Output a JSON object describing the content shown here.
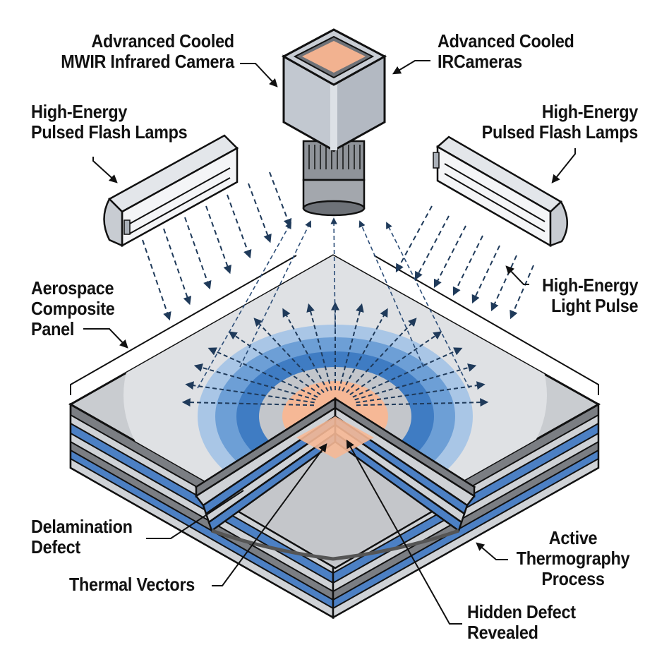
{
  "title": "Active Thermography Inspection of Aerospace Composite Panel",
  "colors": {
    "ink": "#111111",
    "arrow": "#1f3a5a",
    "hot": "#f6b896",
    "ring_light": "#a9c6e6",
    "ring_mid": "#6d9fd6",
    "ring_dark": "#3f7cc3",
    "ring_gray": "#c3c6cb",
    "panel_top": "#dfe1e4",
    "panel_outer": "#c9ccd0",
    "layer_dark": "#7b7e83",
    "layer_light": "#cfd2d6",
    "layer_blue": "#4c80c4",
    "camera_body": "#c2c8d0",
    "camera_lens": "#9a9ea4",
    "sensor": "#f2b290",
    "lamp_body": "#d8dbe0",
    "lamp_tube": "#ffffff"
  },
  "labels": {
    "camera_left": [
      "Advranced Cooled",
      "MWIR Infrared Camera"
    ],
    "camera_right": [
      "Advanced Cooled",
      "IRCameras"
    ],
    "lamps_left": [
      "High-Energy",
      "Pulsed Flash Lamps"
    ],
    "lamps_right": [
      "High-Energy",
      "Pulsed Flash Lamps"
    ],
    "panel": [
      "Aerospace",
      "Composite",
      "Panel"
    ],
    "light_pulse": [
      "High-Energy",
      "Light Pulse"
    ],
    "delamination": [
      "Delamination",
      "Defect"
    ],
    "thermal_vectors": [
      "Thermal Vectors"
    ],
    "thermography": [
      "Active",
      "Thermography",
      "Process"
    ],
    "hidden_defect": [
      "Hidden Defect",
      "Revealed"
    ]
  },
  "components": [
    {
      "id": "ir-camera",
      "name": "Advanced Cooled MWIR Infrared Camera"
    },
    {
      "id": "flash-lamp-left",
      "name": "High-Energy Pulsed Flash Lamp (left)"
    },
    {
      "id": "flash-lamp-right",
      "name": "High-Energy Pulsed Flash Lamp (right)"
    },
    {
      "id": "composite-panel",
      "name": "Aerospace Composite Panel (layered, cut-away corner)"
    },
    {
      "id": "heat-zone",
      "name": "Thermal signature rings around hidden defect"
    }
  ]
}
